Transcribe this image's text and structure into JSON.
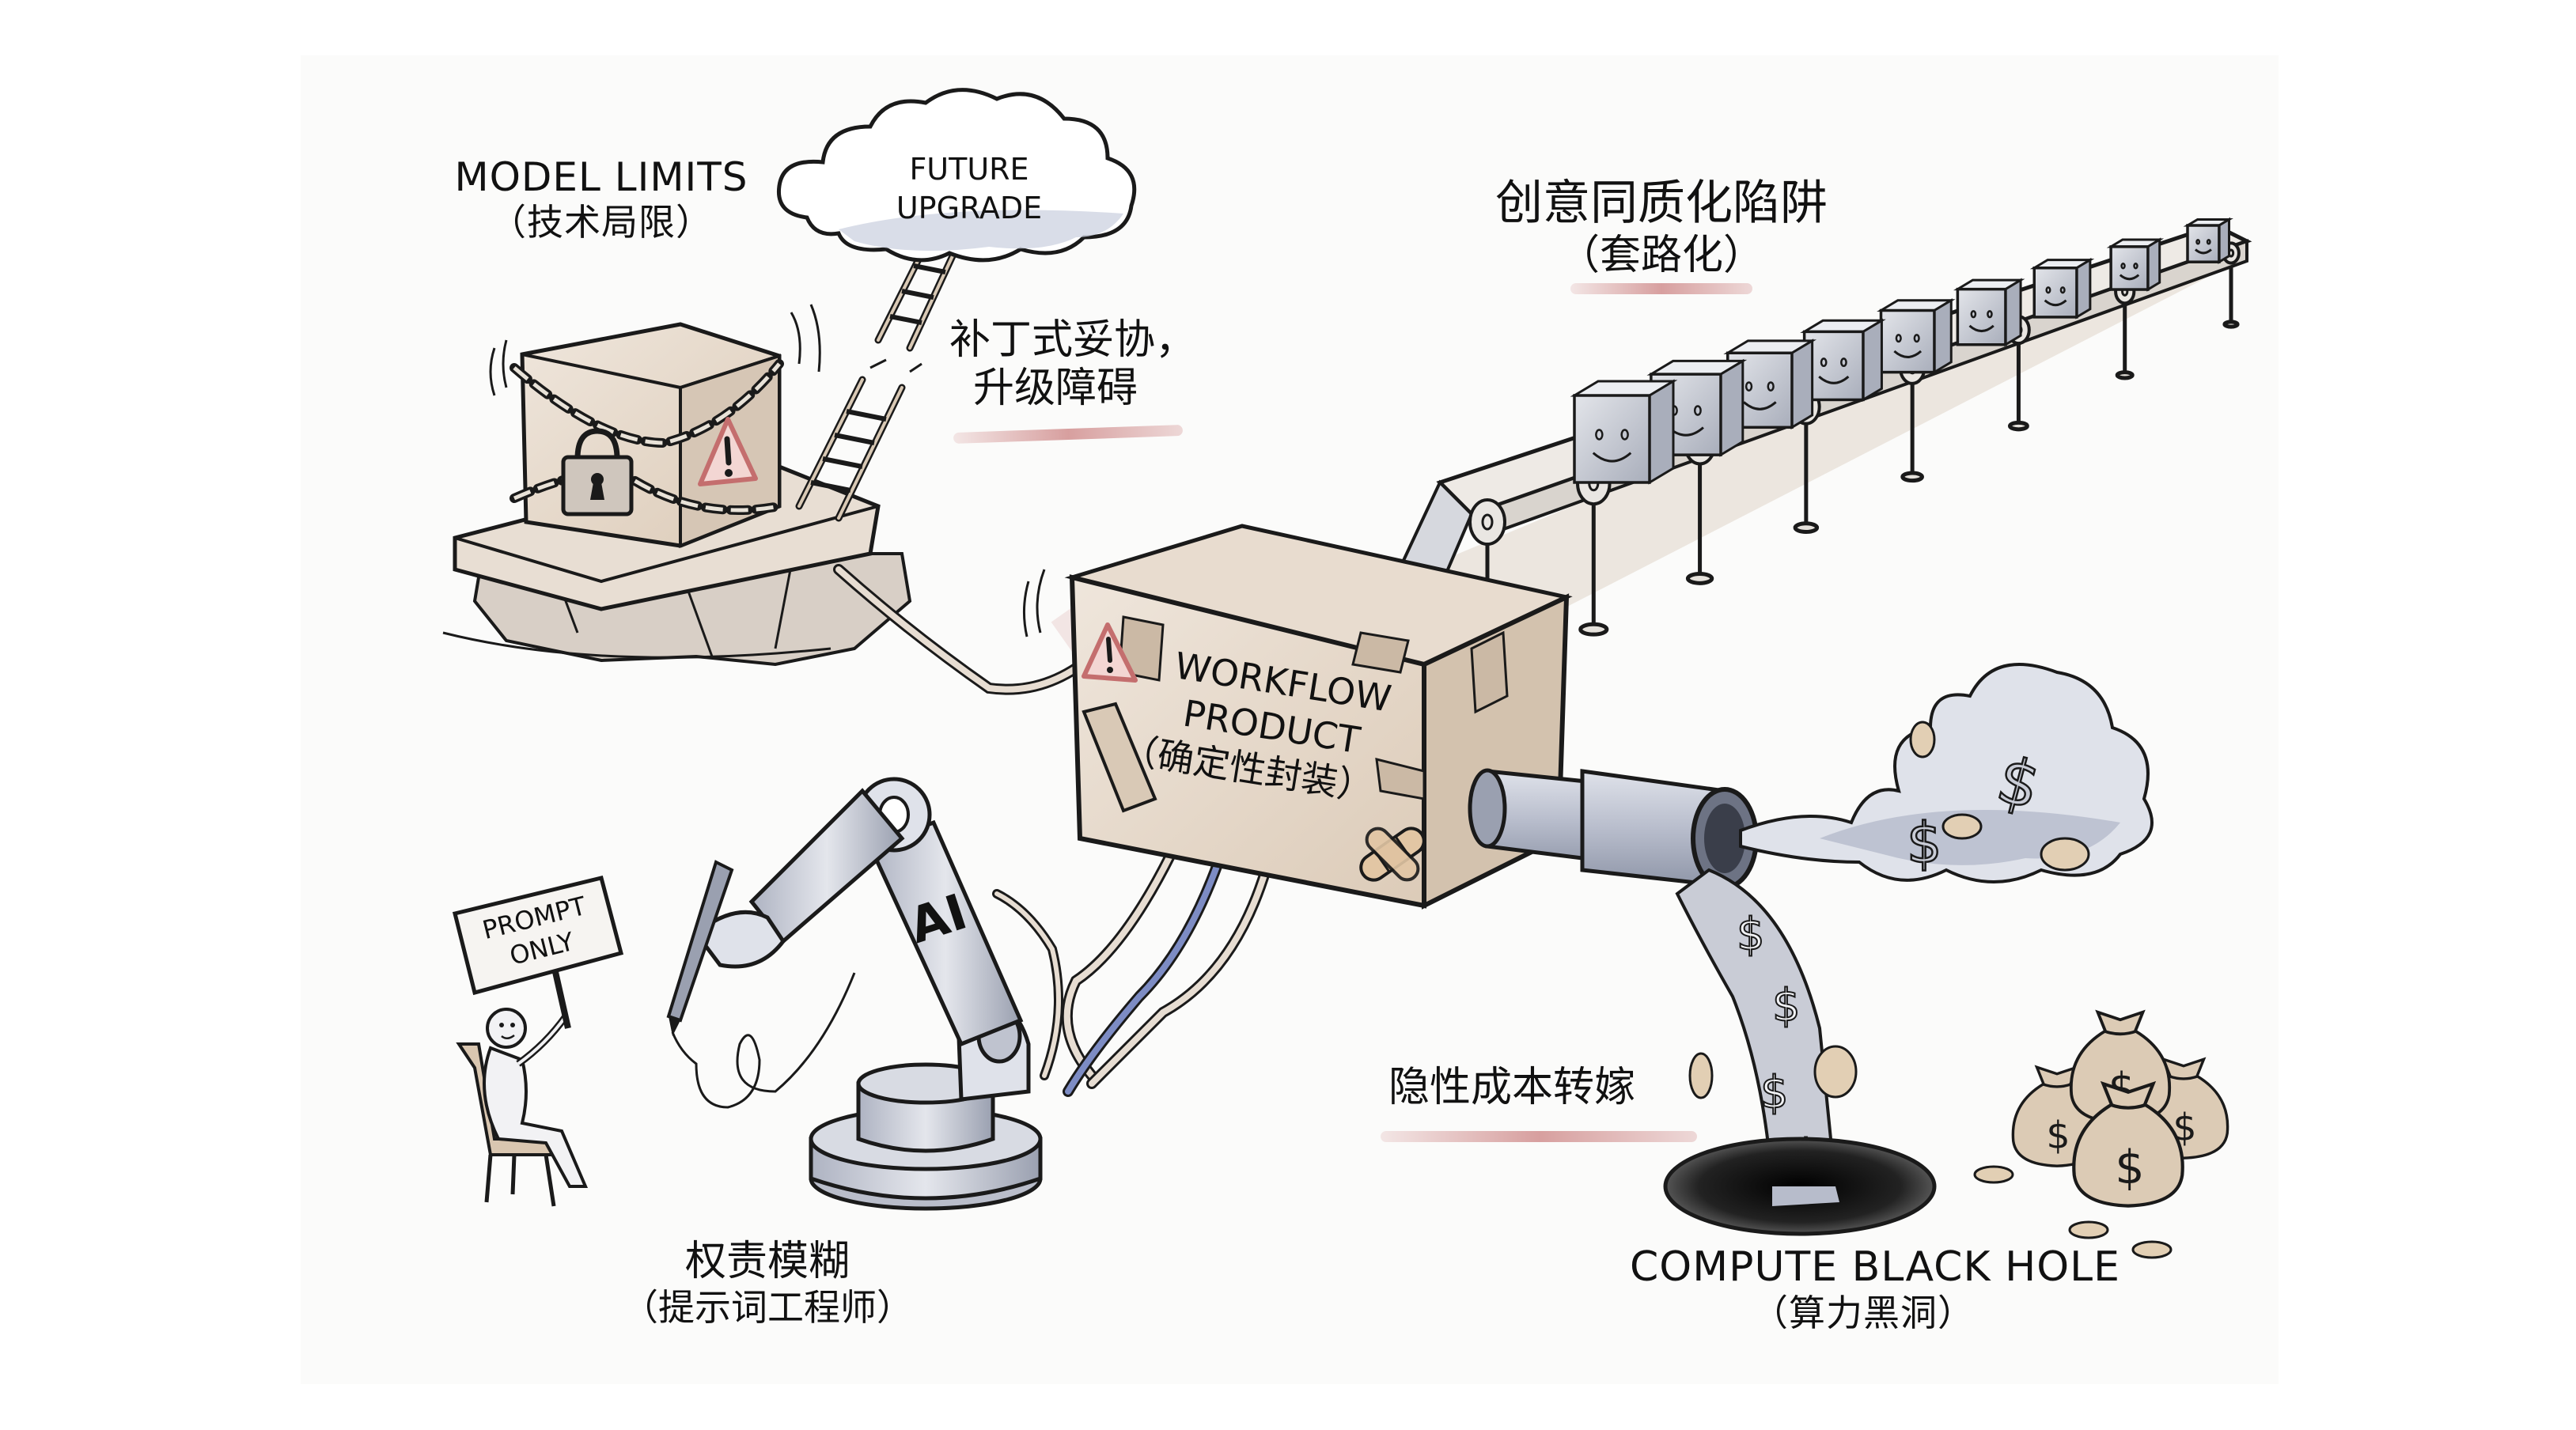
{
  "title": "AI workflow product pitfalls illustration",
  "labels": {
    "model_limits": {
      "en": "MODEL LIMITS",
      "zh": "（技术局限）"
    },
    "future_upgrade": {
      "line1": "FUTURE",
      "line2": "UPGRADE"
    },
    "patch_compromise": {
      "line1": "补丁式妥协，",
      "line2": "升级障碍"
    },
    "creative_homogenization": {
      "line1": "创意同质化陷阱",
      "line2": "（套路化）"
    },
    "workflow_product": {
      "line1": "WORKFLOW",
      "line2": "PRODUCT",
      "line3": "（确定性封装）"
    },
    "prompt_sign": {
      "line1": "PROMPT",
      "line2": "ONLY"
    },
    "robot_arm": {
      "text": "AI"
    },
    "accountability": {
      "line1": "权责模糊",
      "line2": "（提示词工程师）"
    },
    "hidden_cost": {
      "text": "隐性成本转嫁"
    },
    "compute_black_hole": {
      "en": "COMPUTE BLACK HOLE",
      "zh": "（算力黑洞）"
    }
  },
  "icons": {
    "warning": "warning-triangle",
    "lock": "padlock",
    "dollar": "$",
    "smiley": "smiley-face"
  },
  "conveyor": {
    "box_count": 9
  },
  "colors": {
    "ink": "#1a1a1a",
    "paper": "#ffffff",
    "cardboard": "#e6d9cc",
    "cardboard_shade": "#cdbba8",
    "steel": "#c9ccd6",
    "steel_dark": "#9aa0b0",
    "accent_red": "#c46e6e",
    "cable_blue": "#7d8cc4",
    "smoke": "#a9afc2",
    "coin": "#e2cfb4"
  }
}
